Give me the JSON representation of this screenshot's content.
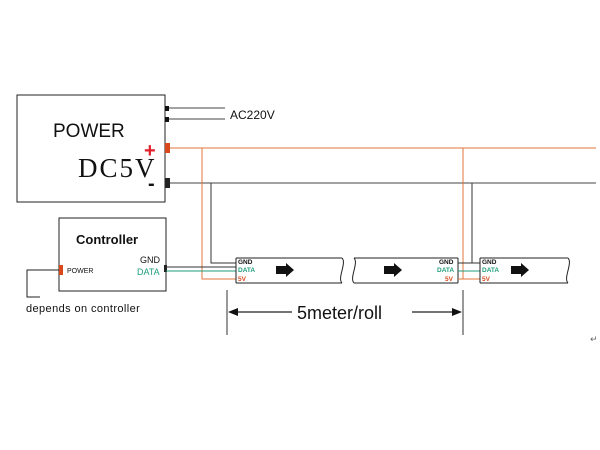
{
  "power_supply": {
    "title": "POWER",
    "voltage": "DC5V",
    "plus_label": "+",
    "minus_label": "-",
    "ac_input_label": "AC220V"
  },
  "controller": {
    "title": "Controller",
    "power_label": "POWER",
    "gnd_label": "GND",
    "data_label": "DATA",
    "note": "depends on controller"
  },
  "strips": [
    {
      "gnd": "GND",
      "data": "DATA",
      "v5": "5V"
    },
    {
      "gnd": "GND",
      "data": "DATA",
      "v5": "5V"
    },
    {
      "gnd": "GND",
      "data": "DATA",
      "v5": "5V"
    }
  ],
  "dimension": {
    "length_label": "5meter/roll"
  },
  "colors": {
    "positive_wire": "#e0773a",
    "negative_wire": "#333333",
    "data_wire": "#1f9e7a",
    "connector": "#d8481c",
    "outline": "#222222"
  },
  "trailing_mark": "↵"
}
